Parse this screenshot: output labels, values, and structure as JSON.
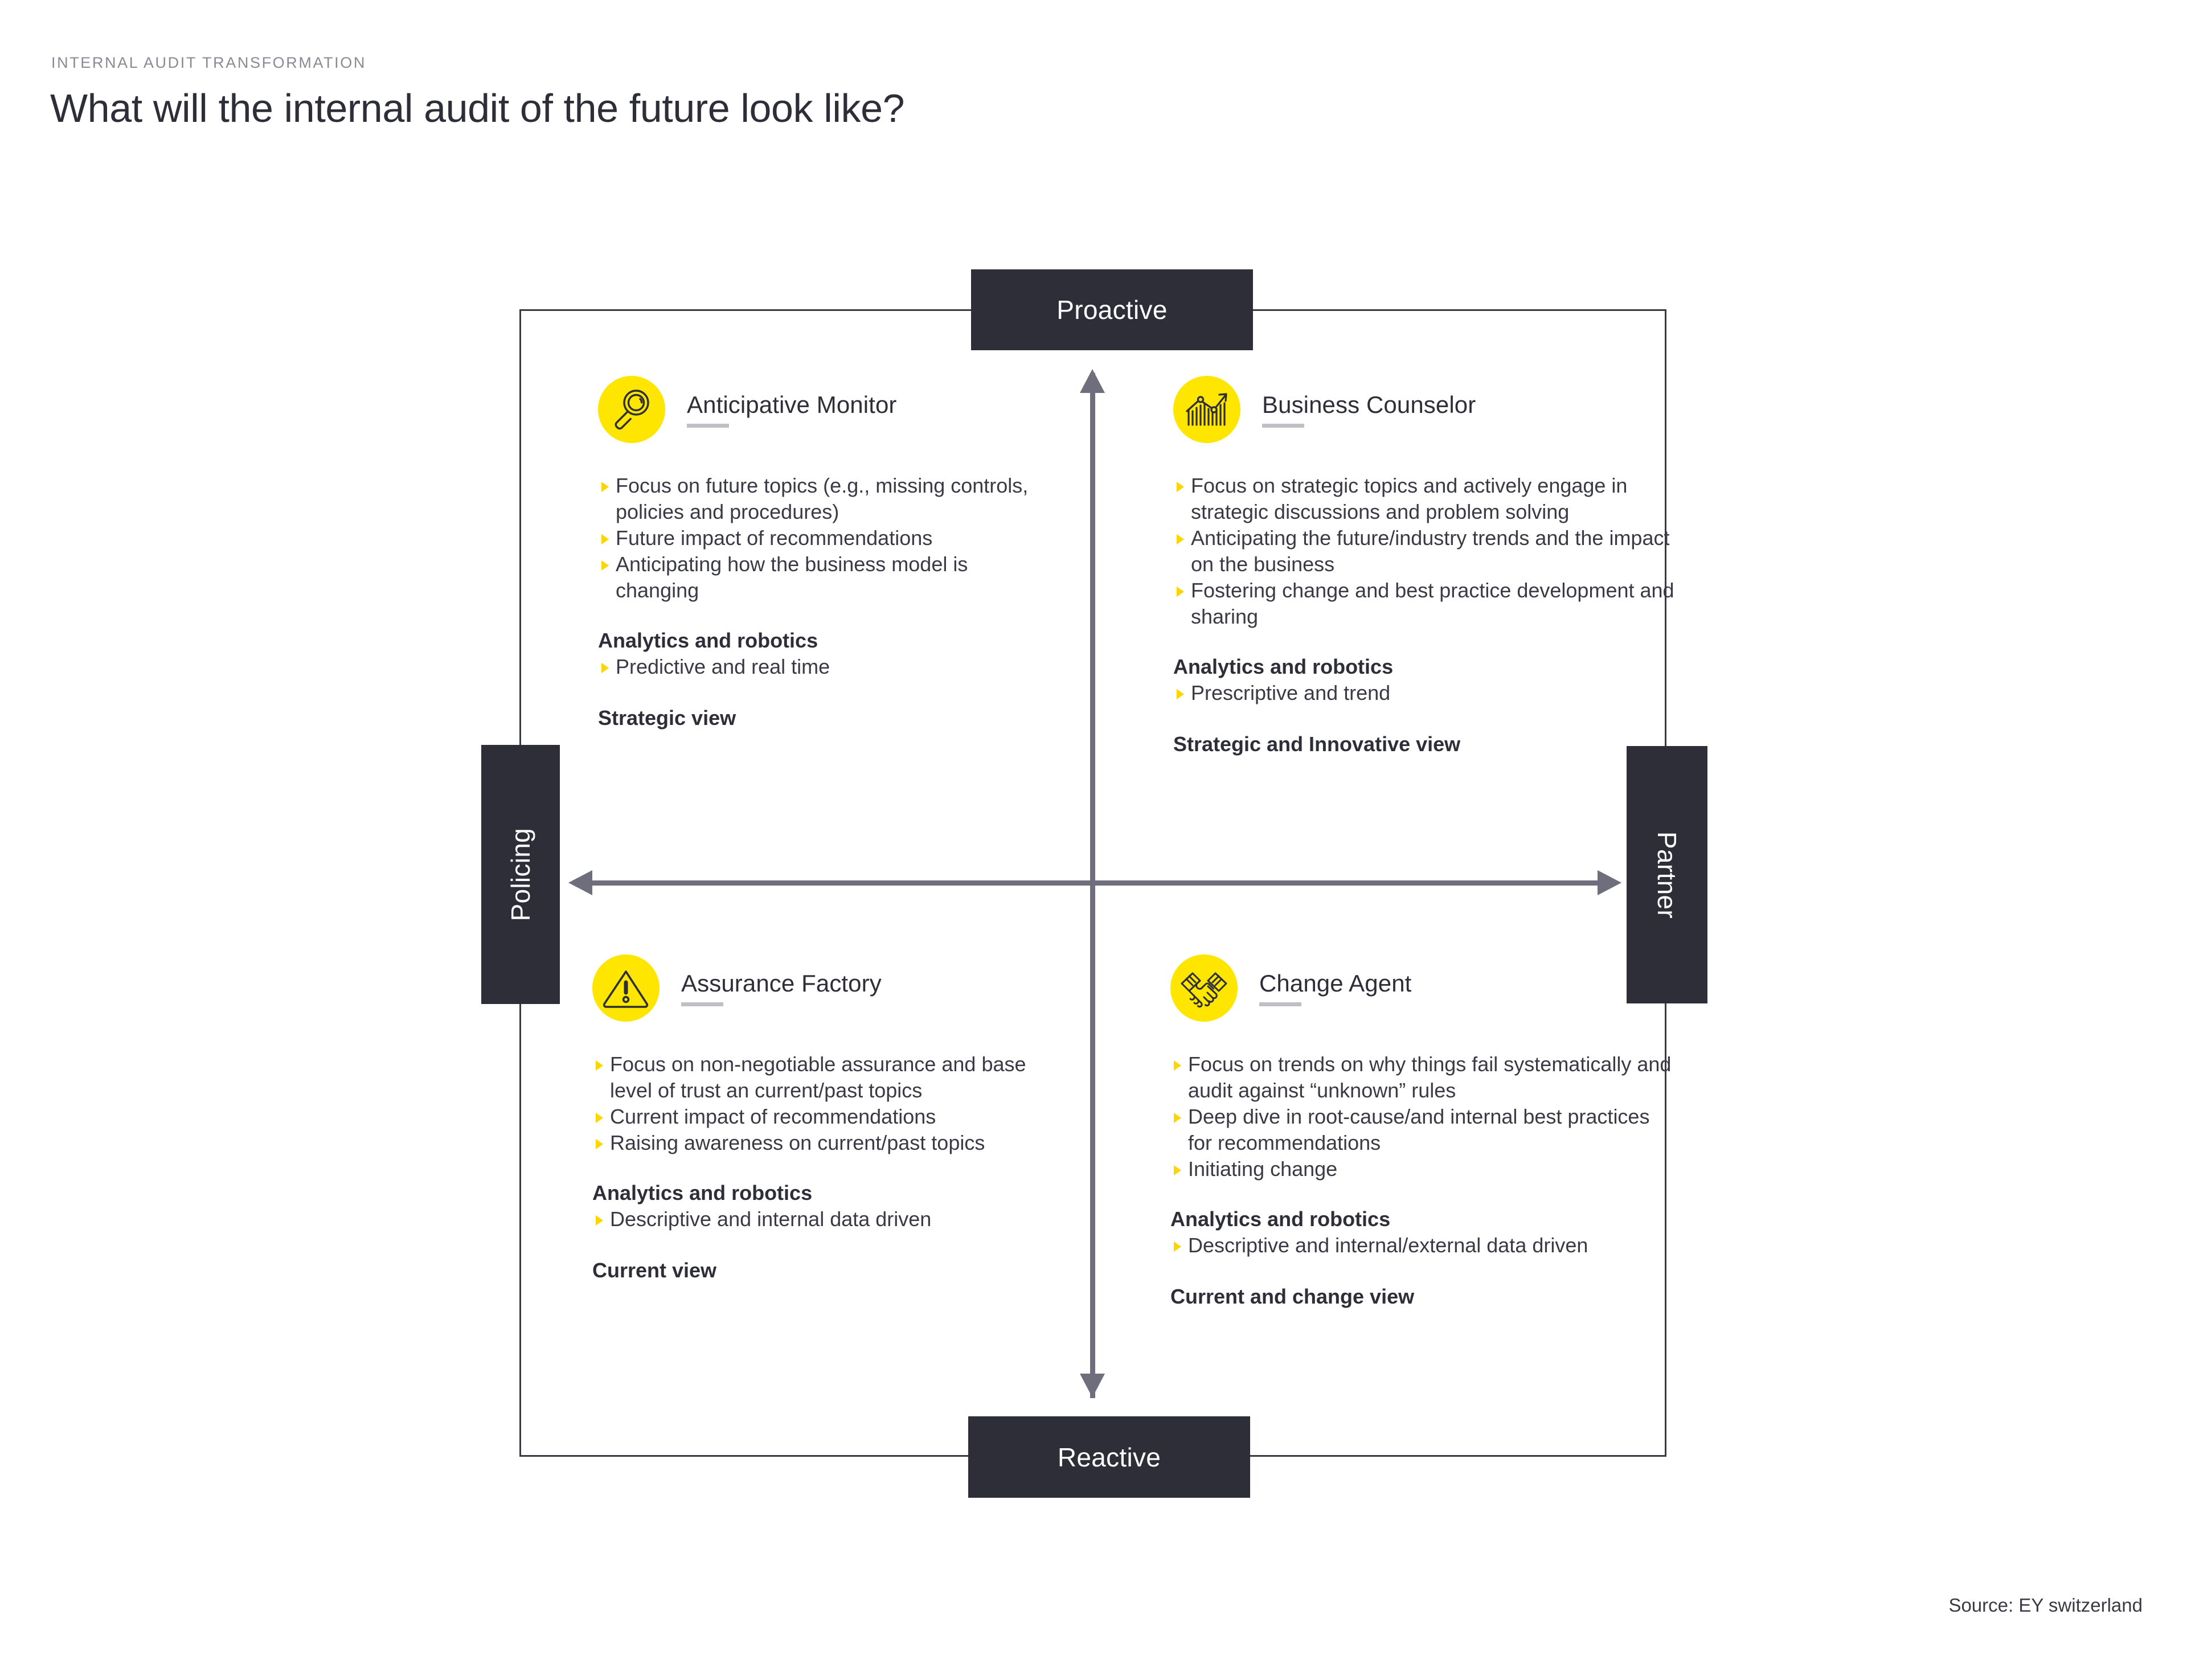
{
  "header": {
    "eyebrow": "INTERNAL AUDIT TRANSFORMATION",
    "title": "What will the internal audit of the future look like?"
  },
  "axes": {
    "top_label": "Proactive",
    "bottom_label": "Reactive",
    "left_label": "Policing",
    "right_label": "Partner",
    "vertical_name": "Reactive – Proactive",
    "horizontal_name": "Policing – Partner"
  },
  "analytics_heading": "Analytics and robotics",
  "quadrants": [
    {
      "id": "anticipative-monitor",
      "position": "top-left",
      "icon": "magnifier-icon",
      "title": "Anticipative Monitor",
      "bullets": [
        "Focus on future topics (e.g., missing controls, policies and procedures)",
        "Future impact of recommendations",
        "Anticipating how the business model is changing"
      ],
      "analytics_heading": "Analytics and robotics",
      "analytics_bullets": [
        "Predictive and real time"
      ],
      "view": "Strategic view"
    },
    {
      "id": "business-counselor",
      "position": "top-right",
      "icon": "growth-chart-icon",
      "title": "Business Counselor",
      "bullets": [
        "Focus on strategic topics and actively engage in strategic discussions and problem solving",
        "Anticipating the future/industry trends and the impact on the business",
        "Fostering change and best practice development and sharing"
      ],
      "analytics_heading": "Analytics and robotics",
      "analytics_bullets": [
        "Prescriptive and trend"
      ],
      "view": "Strategic and Innovative view"
    },
    {
      "id": "assurance-factory",
      "position": "bottom-left",
      "icon": "warning-triangle-icon",
      "title": "Assurance Factory",
      "bullets": [
        "Focus on non-negotiable assurance and base level of trust an current/past topics",
        "Current impact of recommendations",
        "Raising awareness on current/past topics"
      ],
      "analytics_heading": "Analytics and robotics",
      "analytics_bullets": [
        "Descriptive and internal data driven"
      ],
      "view": "Current view"
    },
    {
      "id": "change-agent",
      "position": "bottom-right",
      "icon": "handshake-icon",
      "title": "Change Agent",
      "bullets": [
        "Focus on trends on why things fail systematically and audit against “unknown” rules",
        "Deep dive in root-cause/and internal best practices for recommendations",
        "Initiating change"
      ],
      "analytics_heading": "Analytics and robotics",
      "analytics_bullets": [
        "Descriptive and internal/external data driven"
      ],
      "view": "Current and change view"
    }
  ],
  "source": "Source: EY switzerland",
  "colors": {
    "accent_yellow": "#FFE600",
    "bullet_yellow": "#FFD500",
    "dark": "#2E2E38",
    "body_text": "#3A3A45",
    "muted": "#8A8A94",
    "axis_gray": "#6E6E7C"
  }
}
